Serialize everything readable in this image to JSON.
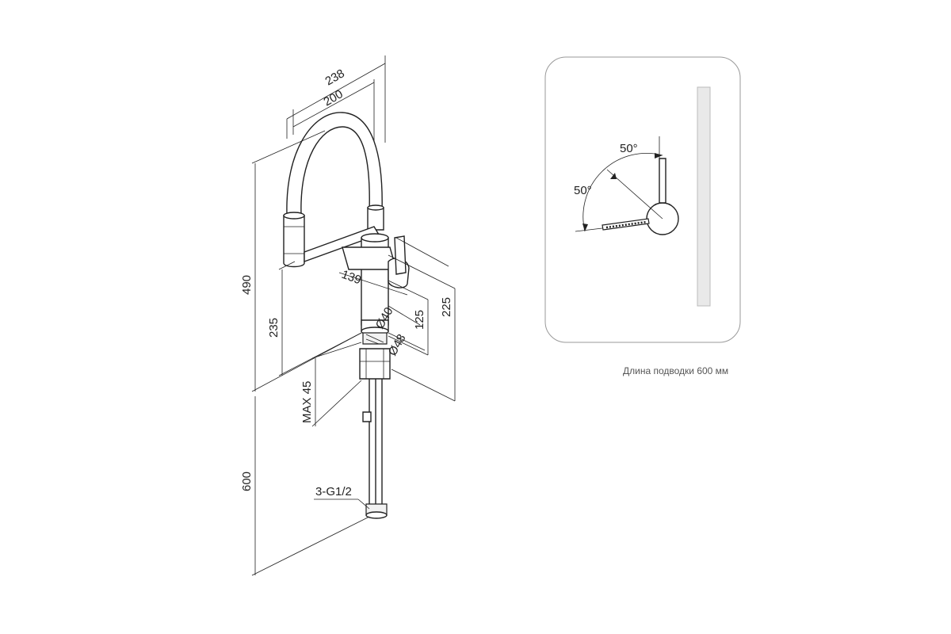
{
  "dimensions": {
    "width_total": "238",
    "width_spout": "200",
    "height_total": "490",
    "height_spout": "235",
    "reach_handle": "139",
    "height_body": "225",
    "height_mid": "125",
    "diameter_body": "Ø40",
    "diameter_base": "Ø48",
    "max_thickness": "MAX 45",
    "hose_length": "600",
    "thread": "3-G1/2"
  },
  "lever_diagram": {
    "angle_top": "50°",
    "angle_side": "50°"
  },
  "caption": "Длина подводки 600 мм"
}
